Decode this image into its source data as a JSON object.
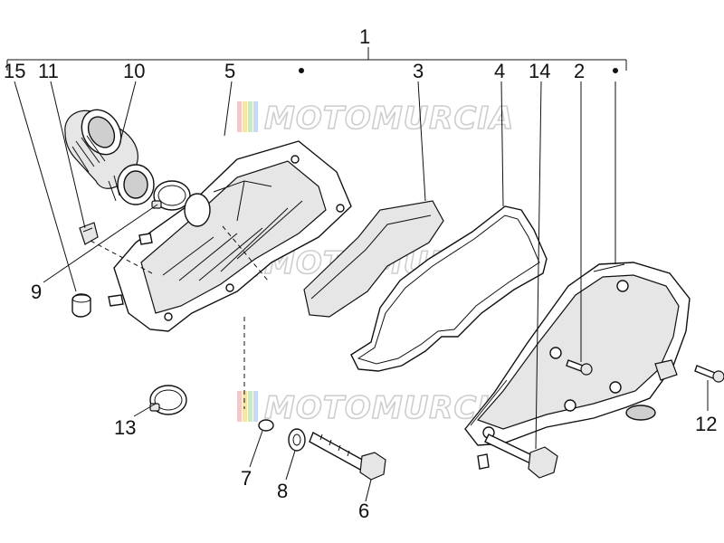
{
  "diagram": {
    "callouts": {
      "c1": "1",
      "c2": "2",
      "c3": "3",
      "c4": "4",
      "c5": "5",
      "c6": "6",
      "c7": "7",
      "c8": "8",
      "c9": "9",
      "c10": "10",
      "c11": "11",
      "c12": "12",
      "c13": "13",
      "c14": "14",
      "c15": "15"
    },
    "watermark": "MOTOMURCIA",
    "watermark_stripe_colors": [
      "#f2c9c9",
      "#f5e6a8",
      "#cfe8c4",
      "#c9d9f2"
    ]
  }
}
